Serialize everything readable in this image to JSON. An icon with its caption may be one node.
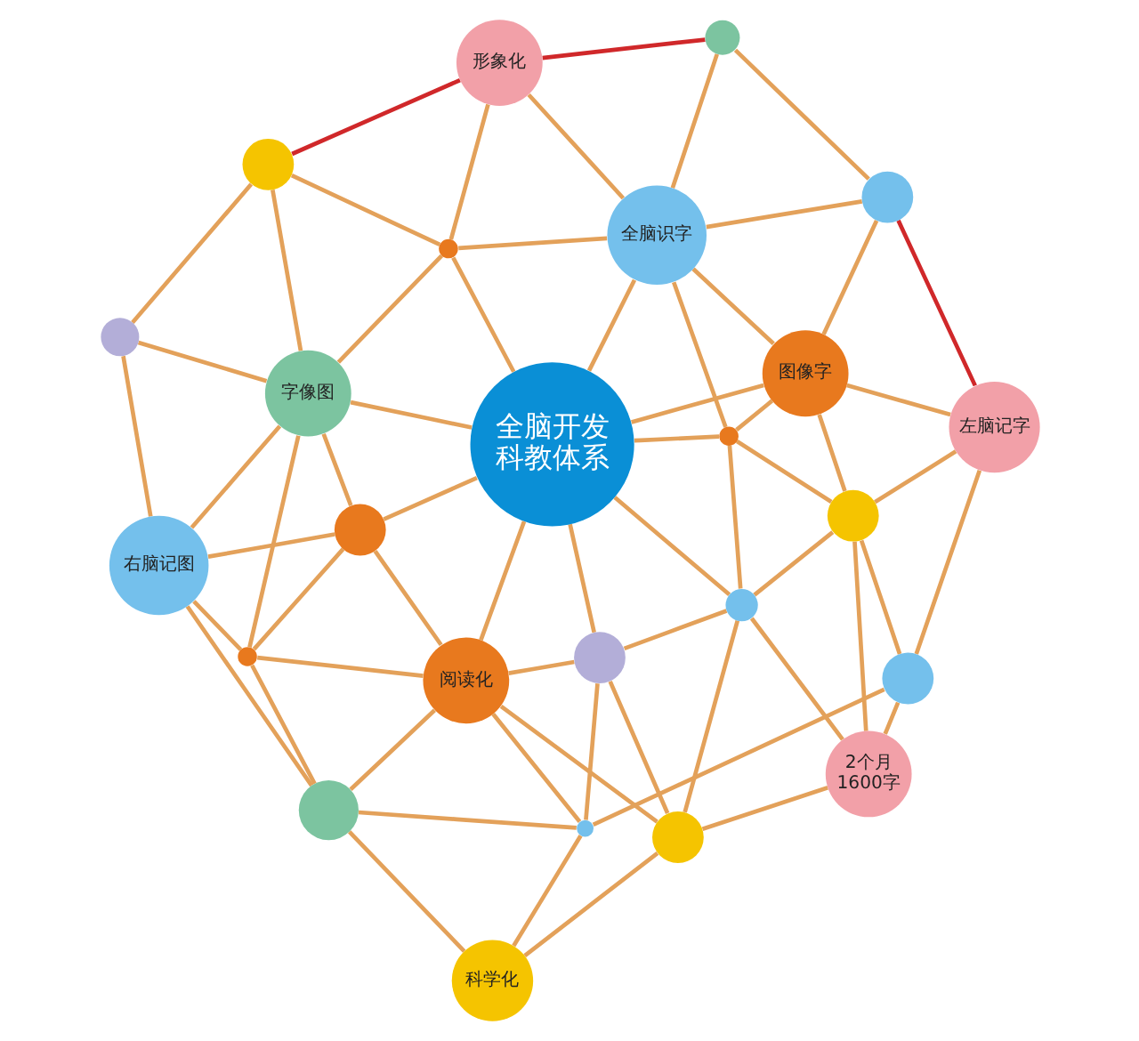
{
  "diagram": {
    "nodes": [
      {
        "text": [
          "形象化"
        ]
      },
      {
        "text": [],
        "shape": "circle"
      },
      {
        "text": [],
        "shape": "circle"
      },
      {
        "text": [
          "全脑识字"
        ]
      },
      {
        "text": [],
        "shape": "circle"
      },
      {
        "text": [],
        "shape": "circle"
      },
      {
        "text": [],
        "shape": "circle"
      },
      {
        "text": [
          "字像图"
        ]
      },
      {
        "text": [
          "图像字"
        ]
      },
      {
        "text": [
          "全脑开发科教体系"
        ]
      },
      {
        "text": [],
        "shape": "circle"
      },
      {
        "text": [
          "右脑记图"
        ]
      },
      {
        "text": [
          "左脑记字"
        ]
      },
      {
        "text": [],
        "shape": "circle"
      },
      {
        "text": [],
        "shape": "circle"
      },
      {
        "text": [],
        "shape": "circle"
      },
      {
        "text": [],
        "shape": "circle"
      },
      {
        "text": [
          "阅读化"
        ]
      },
      {
        "text": [],
        "shape": "circle"
      },
      {
        "text": [],
        "shape": "circle"
      },
      {
        "text": [],
        "shape": "circle"
      },
      {
        "text": [],
        "shape": "circle"
      },
      {
        "text": [
          "2个月1600字"
        ]
      },
      {
        "text": [
          "科学化"
        ]
      },
      {
        "text": [],
        "shape": "circle"
      }
    ],
    "edges": [
      {
        "from": 2,
        "to": 0,
        "arrow": "none",
        "color": "#d0282a"
      },
      {
        "from": 0,
        "to": 1,
        "arrow": "none",
        "color": "#d0282a"
      },
      {
        "from": 5,
        "to": 12,
        "arrow": "none",
        "color": "#d0282a"
      },
      {
        "from": 0,
        "to": 4,
        "arrow": "none"
      },
      {
        "from": 0,
        "to": 3,
        "arrow": "none"
      },
      {
        "from": 1,
        "to": 3,
        "arrow": "none"
      },
      {
        "from": 1,
        "to": 5,
        "arrow": "none"
      },
      {
        "from": 2,
        "to": 6,
        "arrow": "none"
      },
      {
        "from": 2,
        "to": 7,
        "arrow": "none"
      },
      {
        "from": 2,
        "to": 4,
        "arrow": "none"
      },
      {
        "from": 4,
        "to": 3,
        "arrow": "none"
      },
      {
        "from": 4,
        "to": 7,
        "arrow": "none"
      },
      {
        "from": 4,
        "to": 9,
        "arrow": "none"
      },
      {
        "from": 3,
        "to": 5,
        "arrow": "none"
      },
      {
        "from": 3,
        "to": 8,
        "arrow": "none"
      },
      {
        "from": 3,
        "to": 9,
        "arrow": "none"
      },
      {
        "from": 3,
        "to": 10,
        "arrow": "none"
      },
      {
        "from": 5,
        "to": 8,
        "arrow": "none"
      },
      {
        "from": 6,
        "to": 7,
        "arrow": "none"
      },
      {
        "from": 6,
        "to": 11,
        "arrow": "none"
      },
      {
        "from": 7,
        "to": 11,
        "arrow": "none"
      },
      {
        "from": 7,
        "to": 9,
        "arrow": "none"
      },
      {
        "from": 7,
        "to": 15,
        "arrow": "none"
      },
      {
        "from": 7,
        "to": 13,
        "arrow": "none"
      },
      {
        "from": 8,
        "to": 9,
        "arrow": "none"
      },
      {
        "from": 8,
        "to": 10,
        "arrow": "none"
      },
      {
        "from": 8,
        "to": 14,
        "arrow": "none"
      },
      {
        "from": 8,
        "to": 12,
        "arrow": "none"
      },
      {
        "from": 9,
        "to": 10,
        "arrow": "none"
      },
      {
        "from": 9,
        "to": 13,
        "arrow": "none"
      },
      {
        "from": 9,
        "to": 17,
        "arrow": "none"
      },
      {
        "from": 9,
        "to": 18,
        "arrow": "none"
      },
      {
        "from": 9,
        "to": 16,
        "arrow": "none"
      },
      {
        "from": 10,
        "to": 16,
        "arrow": "none"
      },
      {
        "from": 10,
        "to": 14,
        "arrow": "none"
      },
      {
        "from": 11,
        "to": 13,
        "arrow": "none"
      },
      {
        "from": 11,
        "to": 15,
        "arrow": "none"
      },
      {
        "from": 11,
        "to": 20,
        "arrow": "none"
      },
      {
        "from": 12,
        "to": 14,
        "arrow": "none"
      },
      {
        "from": 12,
        "to": 19,
        "arrow": "none"
      },
      {
        "from": 13,
        "to": 15,
        "arrow": "none"
      },
      {
        "from": 13,
        "to": 17,
        "arrow": "none"
      },
      {
        "from": 14,
        "to": 16,
        "arrow": "none"
      },
      {
        "from": 14,
        "to": 19,
        "arrow": "none"
      },
      {
        "from": 14,
        "to": 22,
        "arrow": "none"
      },
      {
        "from": 15,
        "to": 17,
        "arrow": "none"
      },
      {
        "from": 15,
        "to": 20,
        "arrow": "none"
      },
      {
        "from": 16,
        "to": 18,
        "arrow": "none"
      },
      {
        "from": 16,
        "to": 24,
        "arrow": "none"
      },
      {
        "from": 16,
        "to": 22,
        "arrow": "none"
      },
      {
        "from": 17,
        "to": 18,
        "arrow": "none"
      },
      {
        "from": 17,
        "to": 20,
        "arrow": "none"
      },
      {
        "from": 17,
        "to": 21,
        "arrow": "none"
      },
      {
        "from": 17,
        "to": 24,
        "arrow": "none"
      },
      {
        "from": 18,
        "to": 21,
        "arrow": "none"
      },
      {
        "from": 18,
        "to": 24,
        "arrow": "none"
      },
      {
        "from": 19,
        "to": 21,
        "arrow": "none"
      },
      {
        "from": 19,
        "to": 22,
        "arrow": "none"
      },
      {
        "from": 20,
        "to": 21,
        "arrow": "none"
      },
      {
        "from": 20,
        "to": 23,
        "arrow": "none"
      },
      {
        "from": 21,
        "to": 23,
        "arrow": "none"
      },
      {
        "from": 22,
        "to": 24,
        "arrow": "none"
      },
      {
        "from": 23,
        "to": 24,
        "arrow": "none"
      }
    ]
  }
}
